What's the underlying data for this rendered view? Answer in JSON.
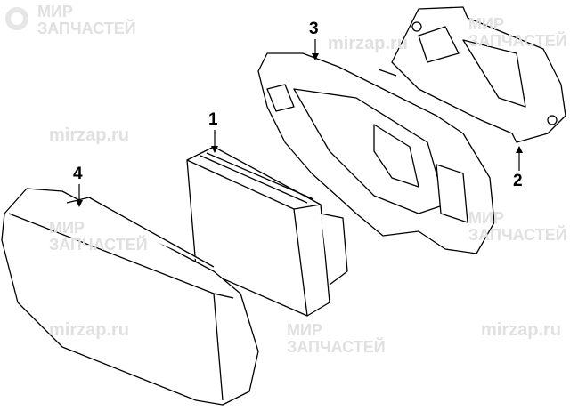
{
  "watermark": {
    "line1": "МИР",
    "line2": "ЗАПЧАСТЕЙ",
    "url": "mirzap.ru"
  },
  "callouts": [
    {
      "id": "1",
      "label": "1"
    },
    {
      "id": "2",
      "label": "2"
    },
    {
      "id": "3",
      "label": "3"
    },
    {
      "id": "4",
      "label": "4"
    }
  ]
}
